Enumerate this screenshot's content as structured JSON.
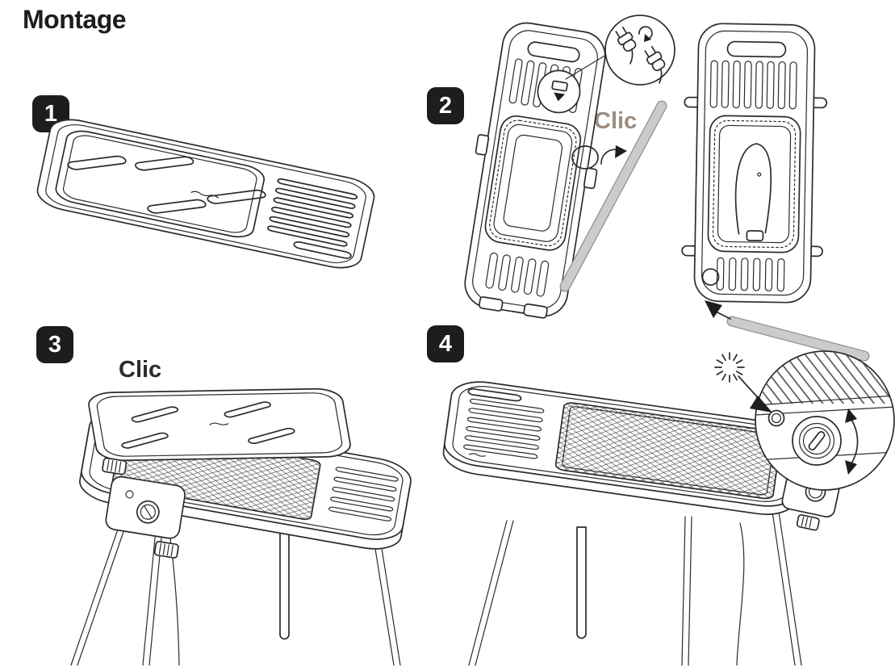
{
  "page": {
    "title": "Montage",
    "background": "#ffffff"
  },
  "colors": {
    "ink": "#2b2b2b",
    "badge_bg": "#1d1d1b",
    "badge_text": "#ffffff",
    "clic_step2": "#9c8d81",
    "clic_step3": "#2b2b2b",
    "leg_rod_fill": "#cbcbcb",
    "leg_rod_edge": "#8f8f8f"
  },
  "steps": [
    {
      "number": "1"
    },
    {
      "number": "2",
      "clic_label": "Clic"
    },
    {
      "number": "3",
      "clic_label": "Clic"
    },
    {
      "number": "4"
    }
  ],
  "icons": {
    "step2_detail": "power-plugs-rotate-icon",
    "step2_click": "clockwise-arrow-icon",
    "step2_insert": "leg-insert-arrow-icon",
    "step3_place": "curved-down-arrow-icon",
    "step4_glow": "starburst-indicator-icon",
    "step4_detail": "knob-rotation-icon"
  }
}
